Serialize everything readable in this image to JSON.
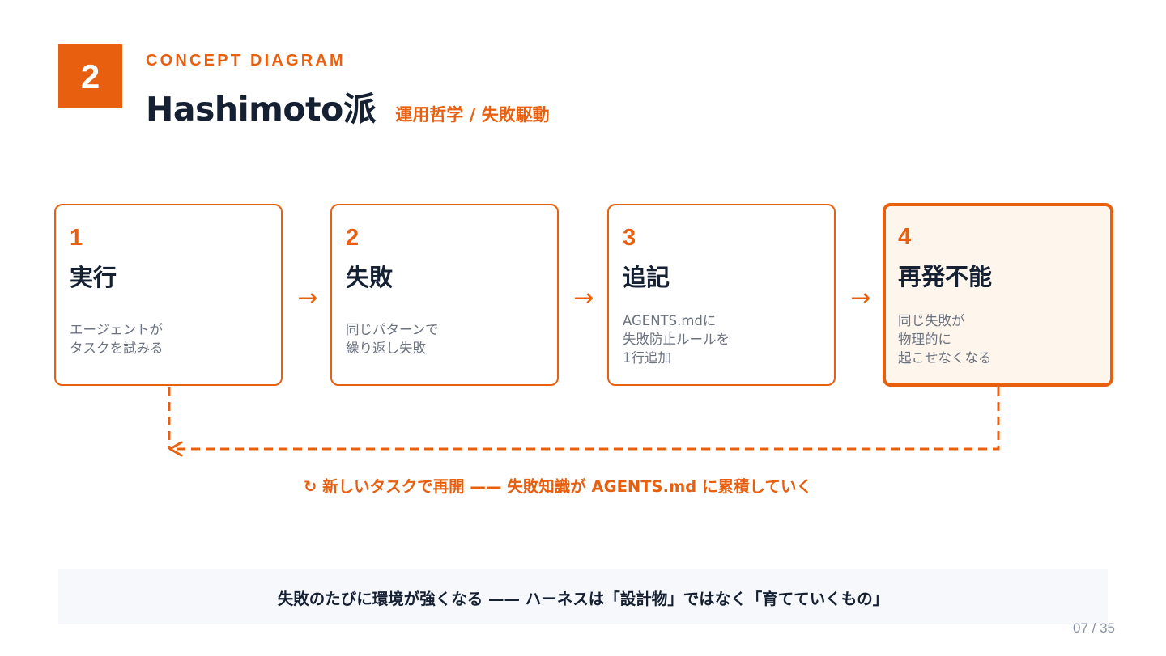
{
  "header": {
    "section_number": "2",
    "eyebrow": "CONCEPT DIAGRAM",
    "title": "Hashimoto派",
    "subtitle": "運用哲学 / 失敗駆動"
  },
  "diagram": {
    "steps": [
      {
        "number": "1",
        "title": "実行",
        "desc": [
          "エージェントが",
          "タスクを試みる"
        ]
      },
      {
        "number": "2",
        "title": "失敗",
        "desc": [
          "同じパターンで",
          "繰り返し失敗"
        ]
      },
      {
        "number": "3",
        "title": "追記",
        "desc": [
          "AGENTS.mdに",
          "失敗防止ルールを",
          "1行追加"
        ]
      },
      {
        "number": "4",
        "title": "再発不能",
        "desc": [
          "同じ失敗が",
          "物理的に",
          "起こせなくなる"
        ]
      }
    ],
    "arrow_glyph": "→",
    "loop_caption": "↻ 新しいタスクで再開 —— 失敗知識が AGENTS.md に累積していく"
  },
  "takeaway": {
    "text": "失敗のたびに環境が強くなる —— ハーネスは「設計物」ではなく「育てていくもの」"
  },
  "footer": {
    "page_number": "07 / 35"
  },
  "colors": {
    "accent": "#e8600f",
    "title": "#152033",
    "muted": "#6b7280",
    "highlight_fill": "#fef6ec",
    "takeaway_fill": "#f6f8fb"
  }
}
